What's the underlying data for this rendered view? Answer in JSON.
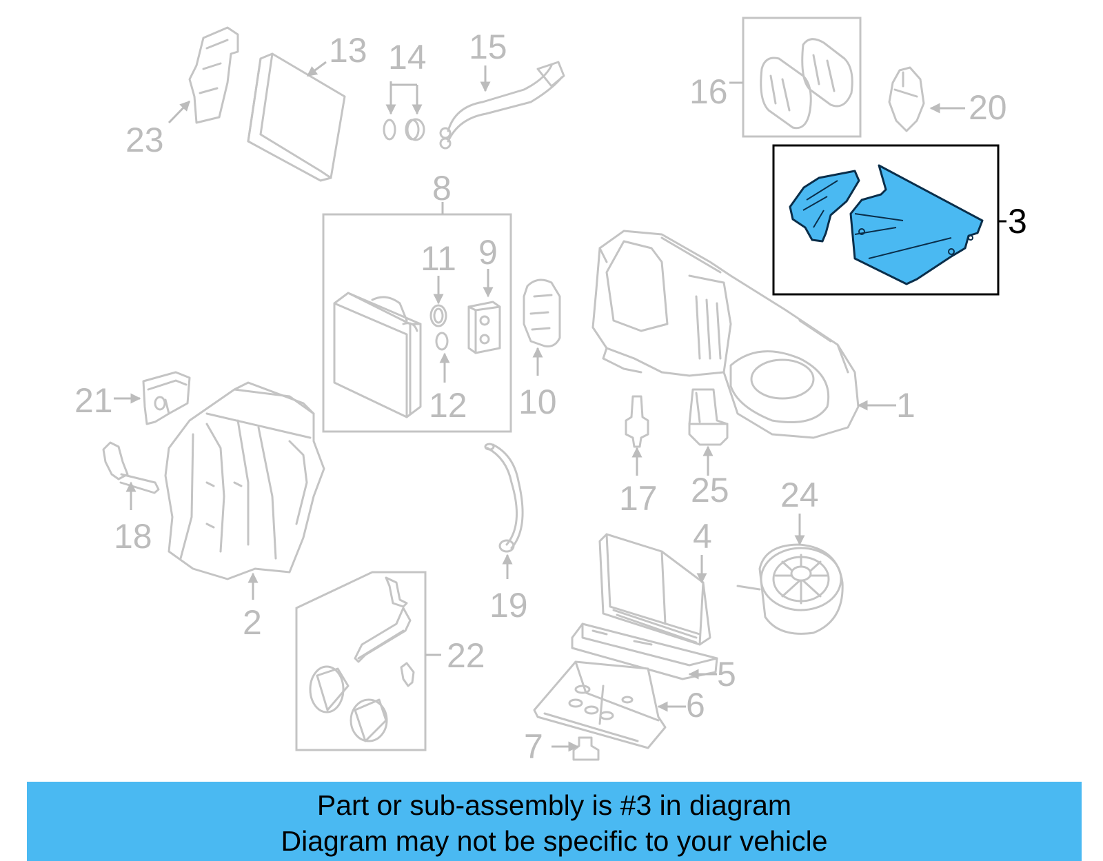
{
  "diagram": {
    "highlight_color": "#4ab9f2",
    "part_color": "#c4c4c4",
    "highlighted_part": "3",
    "callouts": [
      "1",
      "2",
      "3",
      "4",
      "5",
      "6",
      "7",
      "8",
      "9",
      "10",
      "11",
      "12",
      "13",
      "14",
      "15",
      "16",
      "17",
      "18",
      "19",
      "20",
      "21",
      "22",
      "23",
      "24",
      "25"
    ]
  },
  "banner": {
    "line1": "Part or sub-assembly is #3 in diagram",
    "line2": "Diagram may not be specific to your vehicle"
  }
}
